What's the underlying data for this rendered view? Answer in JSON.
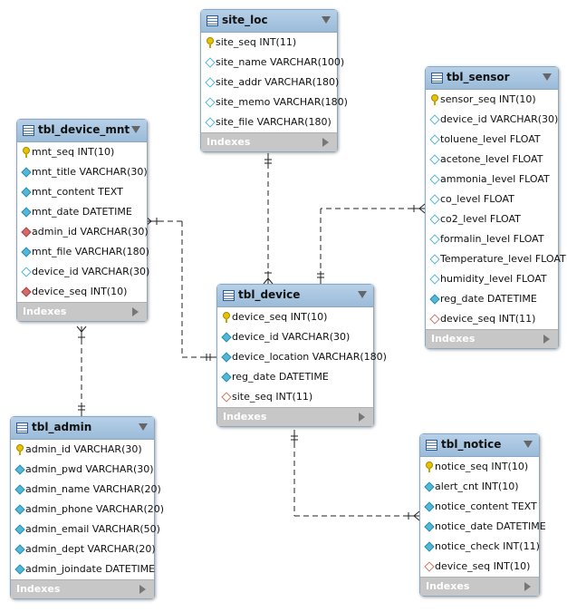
{
  "indexes_label": "Indexes",
  "tables": {
    "site_loc": {
      "name": "site_loc",
      "columns": [
        {
          "text": "site_seq INT(11)",
          "icon": "primary-key-icon"
        },
        {
          "text": "site_name VARCHAR(100)",
          "icon": "column-nullable-icon"
        },
        {
          "text": "site_addr VARCHAR(180)",
          "icon": "column-nullable-icon"
        },
        {
          "text": "site_memo VARCHAR(180)",
          "icon": "column-nullable-icon"
        },
        {
          "text": "site_file VARCHAR(180)",
          "icon": "column-nullable-icon"
        }
      ]
    },
    "tbl_sensor": {
      "name": "tbl_sensor",
      "columns": [
        {
          "text": "sensor_seq INT(10)",
          "icon": "primary-key-icon"
        },
        {
          "text": "device_id VARCHAR(30)",
          "icon": "column-nullable-icon"
        },
        {
          "text": "toluene_level FLOAT",
          "icon": "column-nullable-icon"
        },
        {
          "text": "acetone_level FLOAT",
          "icon": "column-nullable-icon"
        },
        {
          "text": "ammonia_level FLOAT",
          "icon": "column-nullable-icon"
        },
        {
          "text": "co_level FLOAT",
          "icon": "column-nullable-icon"
        },
        {
          "text": "co2_level FLOAT",
          "icon": "column-nullable-icon"
        },
        {
          "text": "formalin_level FLOAT",
          "icon": "column-nullable-icon"
        },
        {
          "text": "Temperature_level FLOAT",
          "icon": "column-nullable-icon"
        },
        {
          "text": "humidity_level FLOAT",
          "icon": "column-nullable-icon"
        },
        {
          "text": "reg_date DATETIME",
          "icon": "column-not-null-icon"
        },
        {
          "text": "device_seq INT(11)",
          "icon": "foreign-key-nullable-icon"
        }
      ]
    },
    "tbl_device_mnt": {
      "name": "tbl_device_mnt",
      "columns": [
        {
          "text": "mnt_seq INT(10)",
          "icon": "primary-key-icon"
        },
        {
          "text": "mnt_title VARCHAR(30)",
          "icon": "column-not-null-icon"
        },
        {
          "text": "mnt_content TEXT",
          "icon": "column-not-null-icon"
        },
        {
          "text": "mnt_date DATETIME",
          "icon": "column-not-null-icon"
        },
        {
          "text": "admin_id VARCHAR(30)",
          "icon": "foreign-key-icon"
        },
        {
          "text": "mnt_file VARCHAR(180)",
          "icon": "column-not-null-icon"
        },
        {
          "text": "device_id VARCHAR(30)",
          "icon": "column-nullable-icon"
        },
        {
          "text": "device_seq INT(10)",
          "icon": "foreign-key-icon"
        }
      ]
    },
    "tbl_device": {
      "name": "tbl_device",
      "columns": [
        {
          "text": "device_seq INT(10)",
          "icon": "primary-key-icon"
        },
        {
          "text": "device_id VARCHAR(30)",
          "icon": "column-not-null-icon"
        },
        {
          "text": "device_location VARCHAR(180)",
          "icon": "column-not-null-icon"
        },
        {
          "text": "reg_date DATETIME",
          "icon": "column-not-null-icon"
        },
        {
          "text": "site_seq INT(11)",
          "icon": "foreign-key-nullable-icon"
        }
      ]
    },
    "tbl_admin": {
      "name": "tbl_admin",
      "columns": [
        {
          "text": "admin_id VARCHAR(30)",
          "icon": "primary-key-icon"
        },
        {
          "text": "admin_pwd VARCHAR(30)",
          "icon": "column-not-null-icon"
        },
        {
          "text": "admin_name VARCHAR(20)",
          "icon": "column-not-null-icon"
        },
        {
          "text": "admin_phone VARCHAR(20)",
          "icon": "column-not-null-icon"
        },
        {
          "text": "admin_email VARCHAR(50)",
          "icon": "column-not-null-icon"
        },
        {
          "text": "admin_dept VARCHAR(20)",
          "icon": "column-not-null-icon"
        },
        {
          "text": "admin_joindate DATETIME",
          "icon": "column-not-null-icon"
        }
      ]
    },
    "tbl_notice": {
      "name": "tbl_notice",
      "columns": [
        {
          "text": "notice_seq INT(10)",
          "icon": "primary-key-icon"
        },
        {
          "text": "alert_cnt INT(10)",
          "icon": "column-not-null-icon"
        },
        {
          "text": "notice_content TEXT",
          "icon": "column-not-null-icon"
        },
        {
          "text": "notice_date DATETIME",
          "icon": "column-not-null-icon"
        },
        {
          "text": "notice_check INT(11)",
          "icon": "column-not-null-icon"
        },
        {
          "text": "device_seq INT(10)",
          "icon": "foreign-key-nullable-icon"
        }
      ]
    }
  },
  "relationships": [
    {
      "from": "site_loc",
      "to": "tbl_device",
      "from_end": "one",
      "to_end": "many"
    },
    {
      "from": "tbl_sensor",
      "to": "tbl_device",
      "from_end": "many",
      "to_end": "one"
    },
    {
      "from": "tbl_device_mnt",
      "to": "tbl_device",
      "from_end": "many",
      "to_end": "one"
    },
    {
      "from": "tbl_admin",
      "to": "tbl_device_mnt",
      "from_end": "one",
      "to_end": "many"
    },
    {
      "from": "tbl_device",
      "to": "tbl_notice",
      "from_end": "one",
      "to_end": "many"
    }
  ]
}
